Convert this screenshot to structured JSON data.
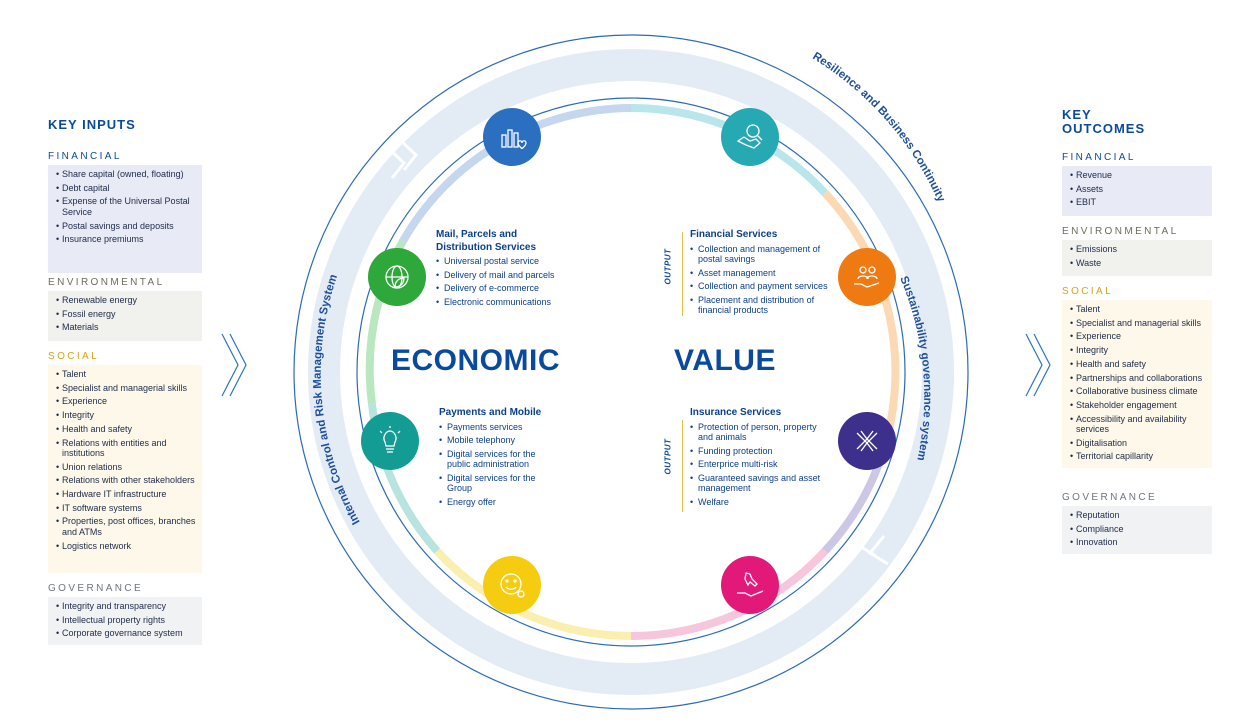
{
  "key_inputs": {
    "title": "KEY INPUTS",
    "financial": {
      "label": "FINANCIAL",
      "items": [
        "Share capital (owned, floating)",
        "Debt capital",
        "Expense of the Universal Postal Service",
        "Postal savings and deposits",
        "Insurance premiums"
      ]
    },
    "environmental": {
      "label": "ENVIRONMENTAL",
      "items": [
        "Renewable energy",
        "Fossil energy",
        "Materials"
      ]
    },
    "social": {
      "label": "SOCIAL",
      "items": [
        "Talent",
        "Specialist and managerial skills",
        "Experience",
        "Integrity",
        "Health and safety",
        "Relations with entities and institutions",
        "Union relations",
        "Relations with other stakeholders",
        "Hardware IT infrastructure",
        "IT software systems",
        "Properties, post offices, branches and ATMs",
        "Logistics network"
      ]
    },
    "governance": {
      "label": "GOVERNANCE",
      "items": [
        "Integrity and transparency",
        "Intellectual property rights",
        "Corporate governance system"
      ]
    }
  },
  "key_outcomes": {
    "title_line1": "KEY",
    "title_line2": "OUTCOMES",
    "financial": {
      "label": "FINANCIAL",
      "items": [
        "Revenue",
        "Assets",
        "EBIT"
      ]
    },
    "environmental": {
      "label": "ENVIRONMENTAL",
      "items": [
        "Emissions",
        "Waste"
      ]
    },
    "social": {
      "label": "SOCIAL",
      "items": [
        "Talent",
        "Specialist and managerial skills",
        "Experience",
        "Integrity",
        "Health and safety",
        "Partnerships and collaborations",
        "Collaborative business climate",
        "Stakeholder engagement",
        "Accessibility and availability services",
        "Digitalisation",
        "Territorial capillarity"
      ]
    },
    "governance": {
      "label": "GOVERNANCE",
      "items": [
        "Reputation",
        "Compliance",
        "Innovation"
      ]
    }
  },
  "center": {
    "word_left": "ECONOMIC",
    "word_right": "VALUE"
  },
  "ring_labels": {
    "top_right": "Resilience and Business Continuity",
    "right": "Sustainability governance system",
    "left": "Internal Control and Risk Management System"
  },
  "output_label": "OUTPUT",
  "services": {
    "mail": {
      "title": "Mail, Parcels and Distribution Services",
      "items": [
        "Universal postal service",
        "Delivery of mail and parcels",
        "Delivery of e-commerce",
        "Electronic communications"
      ]
    },
    "financial": {
      "title": "Financial Services",
      "items": [
        "Collection and management of postal savings",
        "Asset management",
        "Collection and payment services",
        "Placement and distribution of financial products"
      ]
    },
    "payments": {
      "title": "Payments and Mobile",
      "items": [
        "Payments services",
        "Mobile telephony",
        "Digital services for the public administration",
        "Digital services for the Group",
        "Energy offer"
      ]
    },
    "insurance": {
      "title": "Insurance Services",
      "items": [
        "Protection of person, property and animals",
        "Funding protection",
        "Enterprice multi-risk",
        "Guaranteed savings and asset management",
        "Welfare"
      ]
    }
  },
  "icons": [
    {
      "name": "chart-heart-icon",
      "color": "#2a6fc0"
    },
    {
      "name": "handshake-icon",
      "color": "#27a9b4"
    },
    {
      "name": "people-hand-icon",
      "color": "#f07a12"
    },
    {
      "name": "hands-together-icon",
      "color": "#3d2f8c"
    },
    {
      "name": "italy-hand-icon",
      "color": "#e3197a"
    },
    {
      "name": "smiley-icon",
      "color": "#f5cc10"
    },
    {
      "name": "lightbulb-icon",
      "color": "#139c93"
    },
    {
      "name": "globe-leaf-icon",
      "color": "#2ea83a"
    }
  ]
}
